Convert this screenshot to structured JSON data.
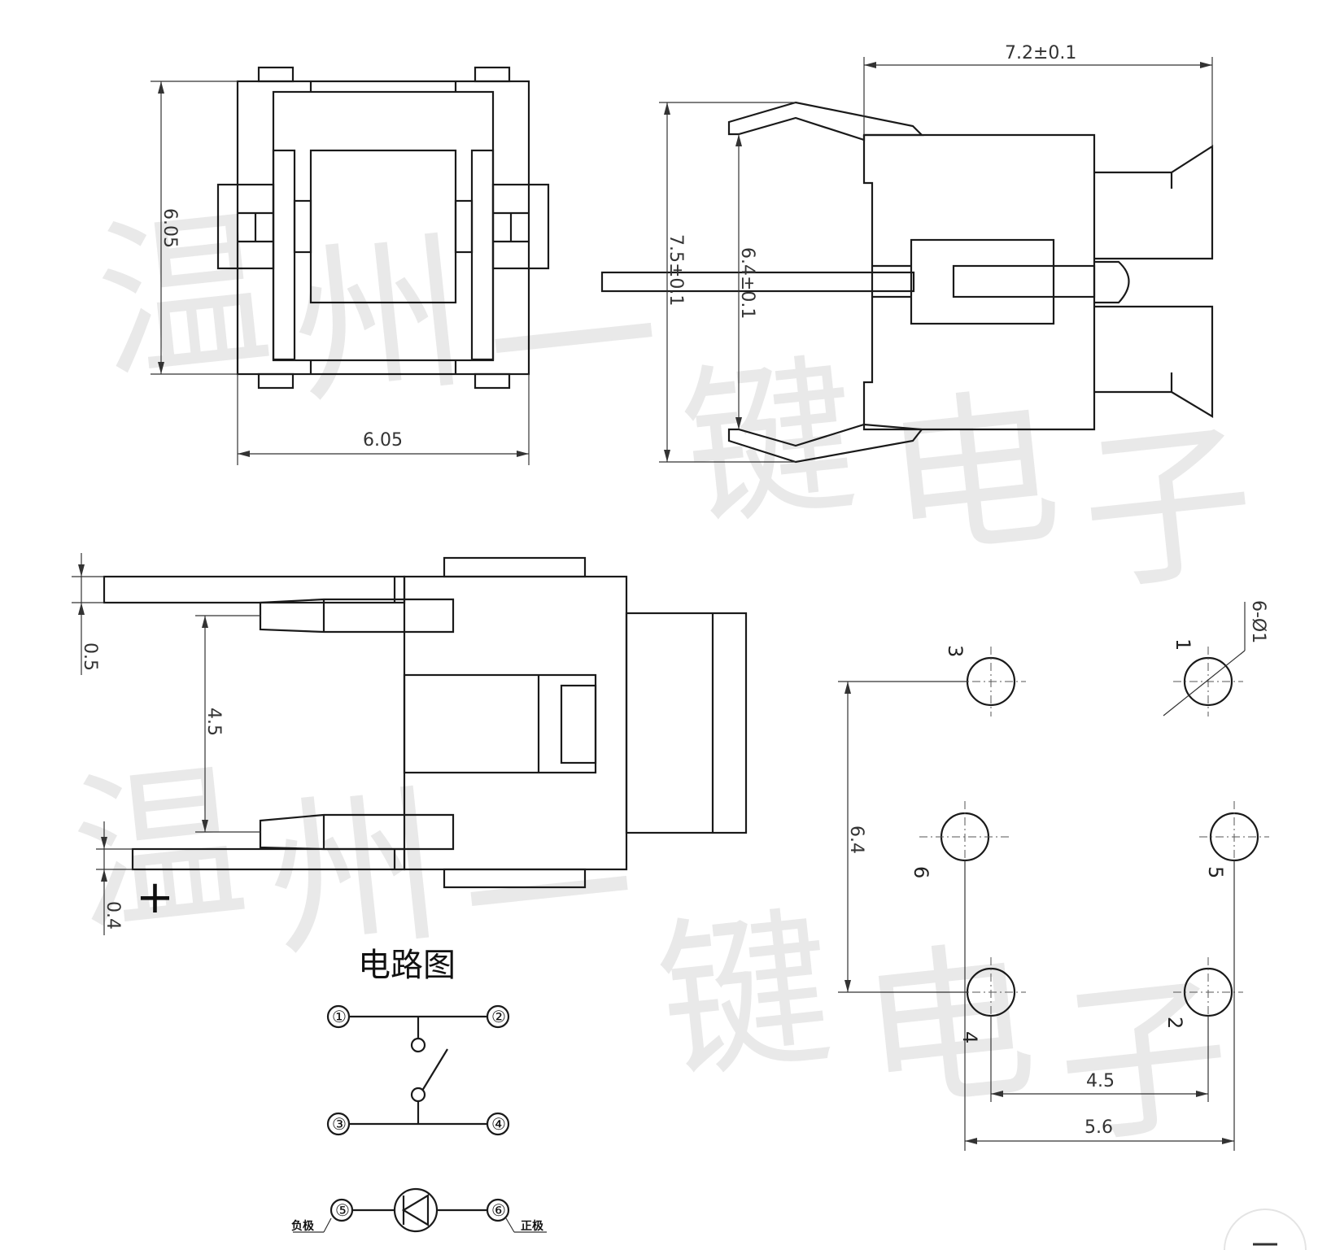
{
  "dimensions": {
    "top_height": "6.05",
    "top_width": "6.05",
    "side_length": "7.2±0.1",
    "side_height_outer": "7.5±0.1",
    "side_height_inner": "6.4±0.1",
    "front_lead_thickness": "0.5",
    "front_lead_spacing": "4.5",
    "front_offset": "0.4",
    "pcb_vertical": "6.4",
    "pcb_inner_span": "4.5",
    "pcb_outer_span": "5.6",
    "hole_spec": "6-Ø1"
  },
  "polarity_mark": "+",
  "pin_labels": [
    "1",
    "2",
    "3",
    "4",
    "5",
    "6"
  ],
  "circuit": {
    "title": "电路图",
    "pins": [
      "①",
      "②",
      "③",
      "④",
      "⑤",
      "⑥"
    ],
    "neg_label": "负极",
    "pos_label": "正极"
  },
  "watermark": [
    "温",
    "州",
    "一",
    "键",
    "电",
    "子"
  ]
}
